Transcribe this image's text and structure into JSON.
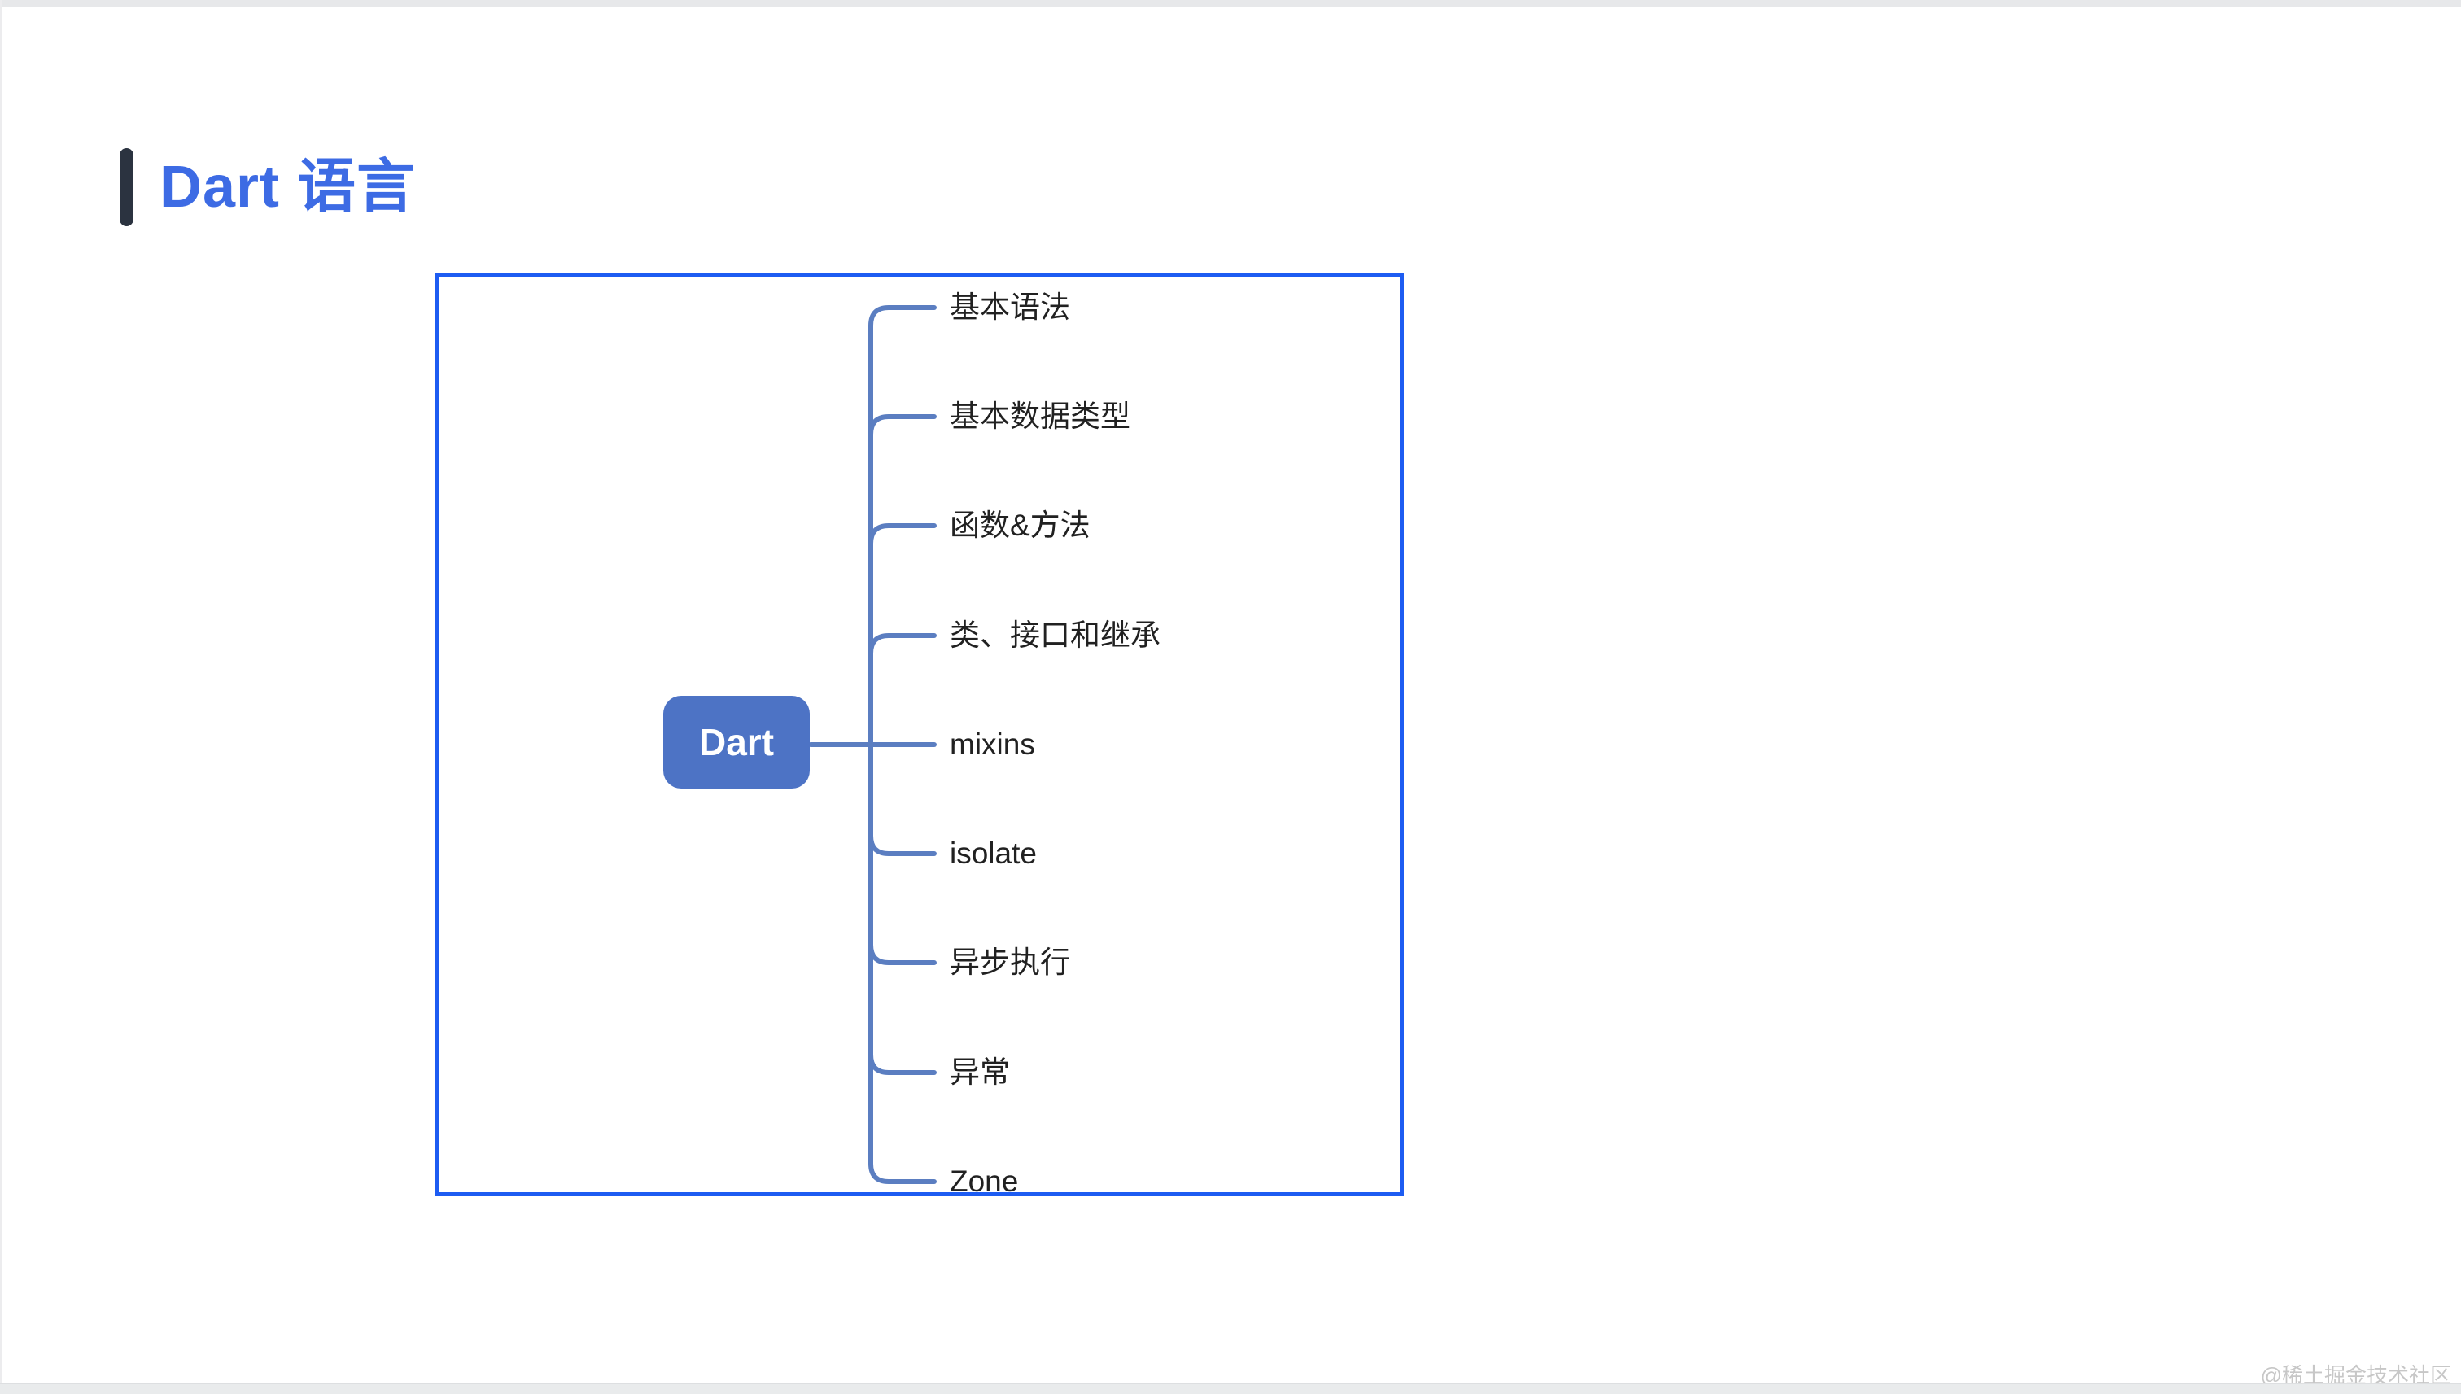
{
  "page": {
    "title": "Dart 语言",
    "watermark": "@稀土掘金技术社区"
  },
  "mindmap": {
    "root": {
      "label": "Dart"
    },
    "branches": [
      {
        "label": "基本语法"
      },
      {
        "label": "基本数据类型"
      },
      {
        "label": "函数&方法"
      },
      {
        "label": "类、接口和继承"
      },
      {
        "label": "mixins"
      },
      {
        "label": "isolate"
      },
      {
        "label": "异步执行"
      },
      {
        "label": "异常"
      },
      {
        "label": "Zone"
      }
    ],
    "colors": {
      "frame_border": "#1d5cf2",
      "branch_line": "#5b7ec1",
      "root_fill": "#4d73c5",
      "root_text": "#ffffff",
      "label_text": "#212121",
      "title_text": "#3d6be4",
      "title_accent": "#2b3340",
      "watermark_text": "#c7c7c7"
    }
  }
}
